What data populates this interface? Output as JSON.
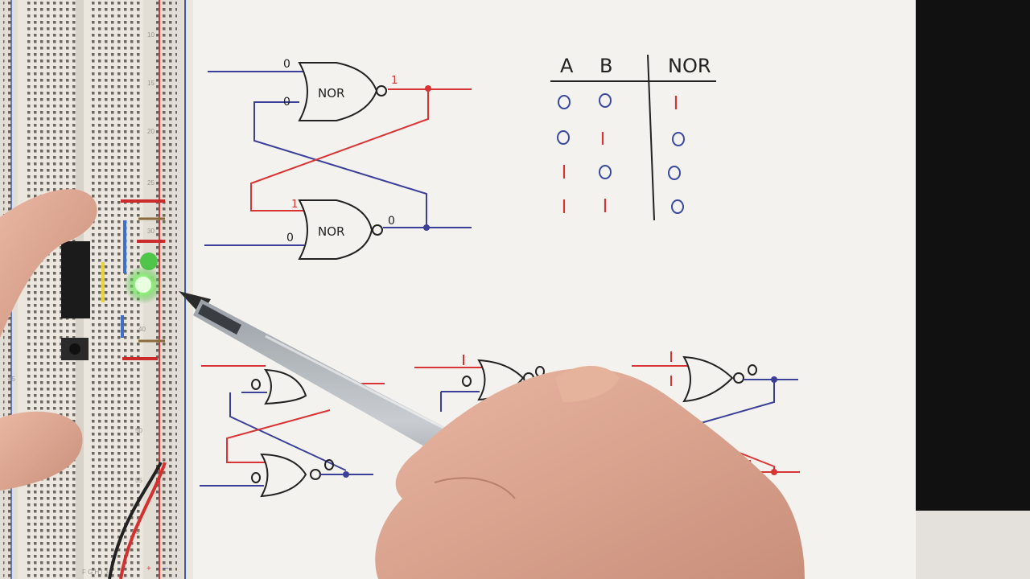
{
  "gates": {
    "top_label": "NOR",
    "bottom_label": "NOR"
  },
  "top_latch": {
    "in_top": "0",
    "in_top2": "0",
    "out_top": "1",
    "in_bottom": "1",
    "in_bottom2": "0",
    "out_bottom": "0"
  },
  "truth_table": {
    "headers": [
      "A",
      "B",
      "NOR"
    ],
    "rows": [
      [
        "0",
        "0",
        "1"
      ],
      [
        "0",
        "1",
        "0"
      ],
      [
        "1",
        "0",
        "0"
      ],
      [
        "1",
        "1",
        "0"
      ]
    ]
  },
  "breadboard": {
    "row_numbers": [
      "10",
      "15",
      "20",
      "25",
      "30",
      "35",
      "40",
      "45",
      "50",
      "55",
      "60"
    ],
    "col_letters": "F G H I J",
    "rail_marks": [
      "+",
      "−"
    ]
  },
  "colors": {
    "paper": "#f4f2ee",
    "red_wire": "#d93434",
    "blue_wire": "#3b3f99",
    "led_green": "#7dff6a",
    "black_board": "#111111"
  }
}
